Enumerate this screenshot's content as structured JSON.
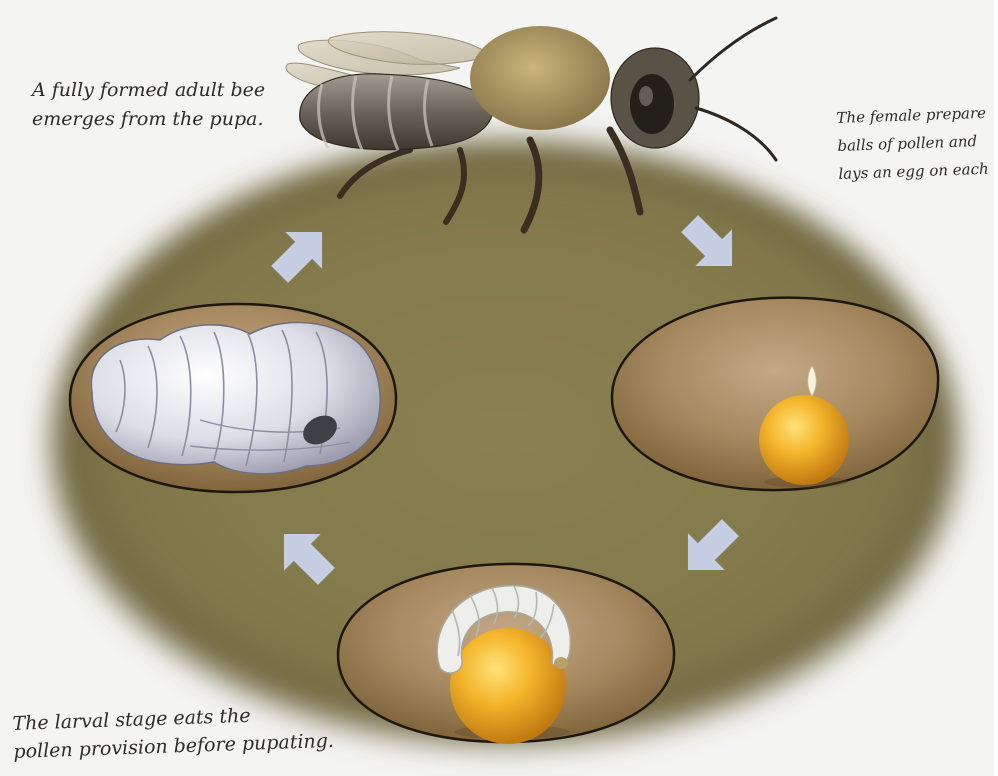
{
  "captions": {
    "adult": {
      "line1": "A fully formed adult bee",
      "line2": "emerges from the pupa."
    },
    "female": {
      "line1": "The female prepare",
      "line2": "balls of pollen and",
      "line3": "lays an egg on each"
    },
    "larva": {
      "line1": "The larval stage eats the",
      "line2": "pollen provision before pupating."
    }
  },
  "colors": {
    "background": "#f4f4f2",
    "nest_soil": "#8b8154",
    "chamber": "#a58a63",
    "chamber_outline": "#1d170f",
    "arrow": "#c5cde3",
    "pollen_ball": "#f0b12e",
    "pupa": "#e6e7ee",
    "larva": "#eeeeea",
    "bee_body": "#6c655c"
  },
  "icons": {
    "adult": "adult-bee-icon",
    "egg_stage": "pollen-ball-with-egg-icon",
    "larva_stage": "larva-on-pollen-ball-icon",
    "pupa_stage": "pupa-icon",
    "arrow": "cycle-arrow-icon"
  }
}
